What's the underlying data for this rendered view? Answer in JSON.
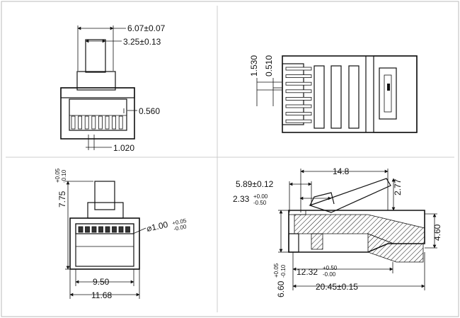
{
  "views": {
    "top_left": {
      "dim_a": "6.07±0.07",
      "dim_b": "3.25±0.13",
      "dim_c": "0.560",
      "dim_d": "1.020"
    },
    "top_right": {
      "dim_a": "1.530",
      "dim_b": "0.510"
    },
    "bottom_left": {
      "height_main": "7.75",
      "height_tol_upper": "+0.05",
      "height_tol_lower": "-0.10",
      "diameter_main": "⌀1.00",
      "diameter_tol_upper": "+0.05",
      "diameter_tol_lower": "-0.00",
      "width_inner": "9.50",
      "width_outer": "11.68"
    },
    "bottom_right": {
      "length_top": "14.8",
      "latch_offset": "5.89±0.12",
      "latch_main": "2.33",
      "latch_tol_upper": "+0.00",
      "latch_tol_lower": "-0.50",
      "latch_height": "2.77",
      "body_height": "4.60",
      "height_main": "6.60",
      "height_tol_upper": "+0.05",
      "height_tol_lower": "-0.10",
      "inner_len_main": "12.32",
      "inner_len_tol_upper": "+0.50",
      "inner_len_tol_lower": "-0.00",
      "total_len": "20.45±0.15"
    }
  }
}
